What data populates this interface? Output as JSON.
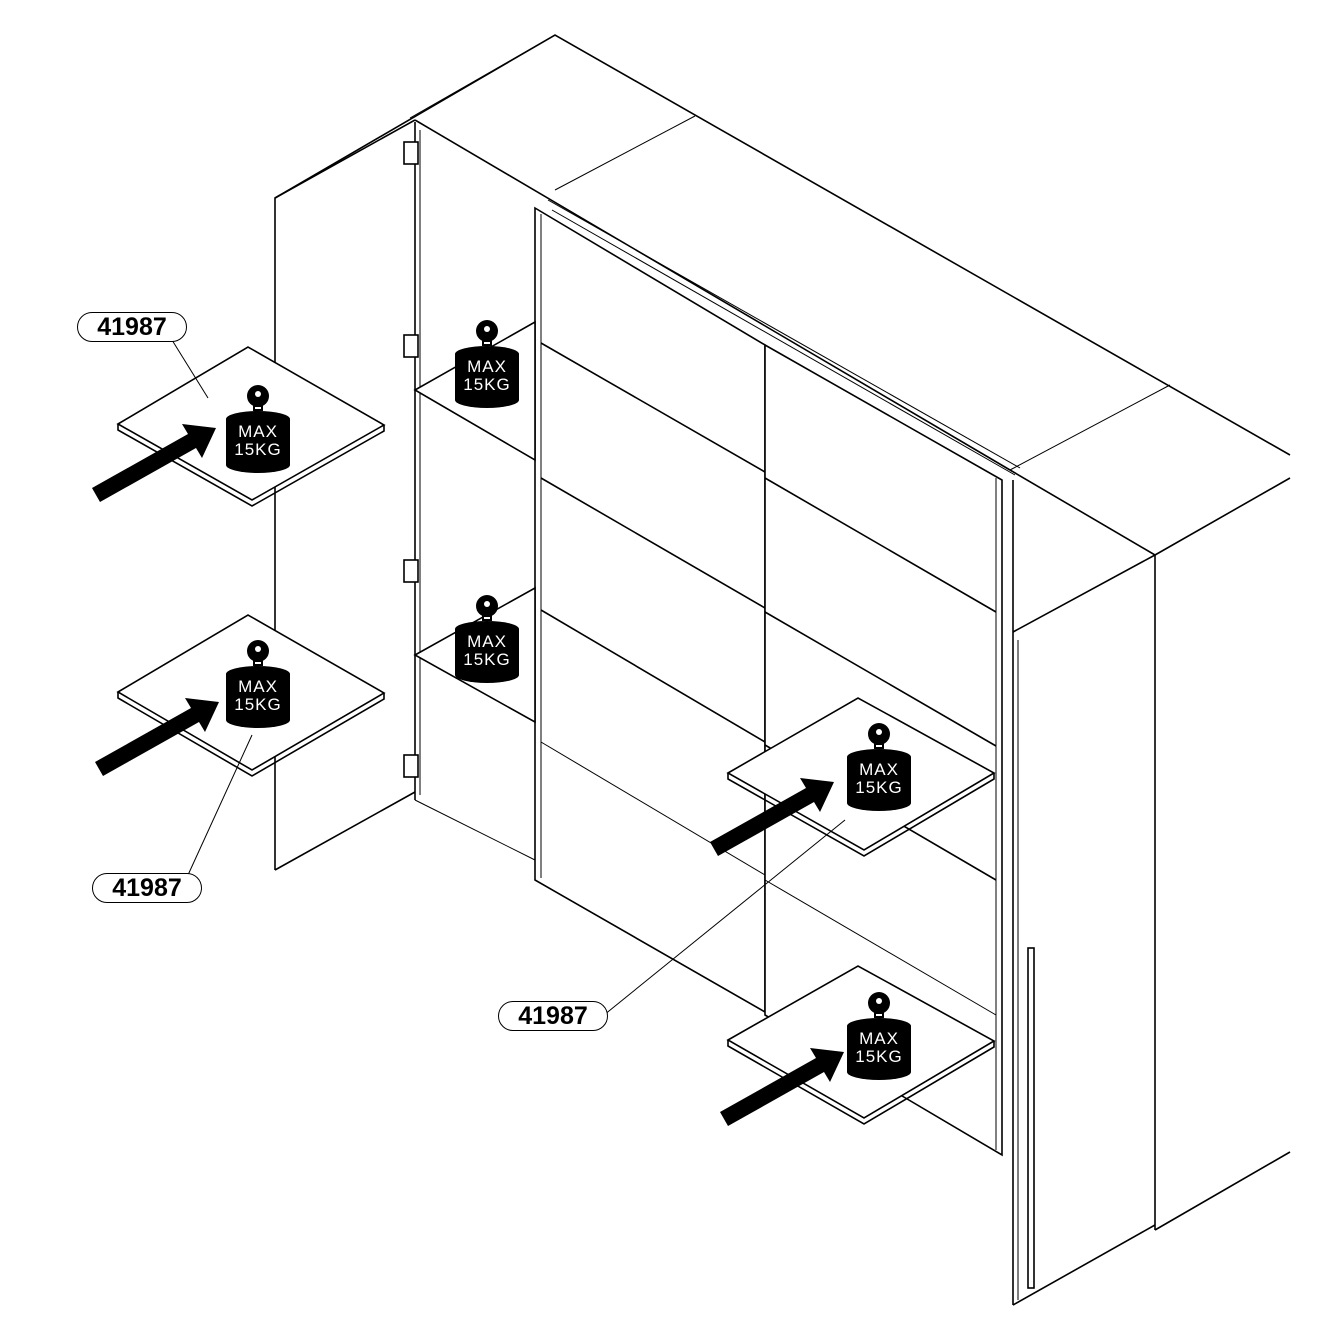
{
  "part_labels": [
    "41987",
    "41987",
    "41987"
  ],
  "weight_icons": [
    {
      "line1": "MAX",
      "line2": "15KG"
    },
    {
      "line1": "MAX",
      "line2": "15KG"
    },
    {
      "line1": "MAX",
      "line2": "15KG"
    },
    {
      "line1": "MAX",
      "line2": "15KG"
    },
    {
      "line1": "MAX",
      "line2": "15KG"
    },
    {
      "line1": "MAX",
      "line2": "15KG"
    }
  ]
}
